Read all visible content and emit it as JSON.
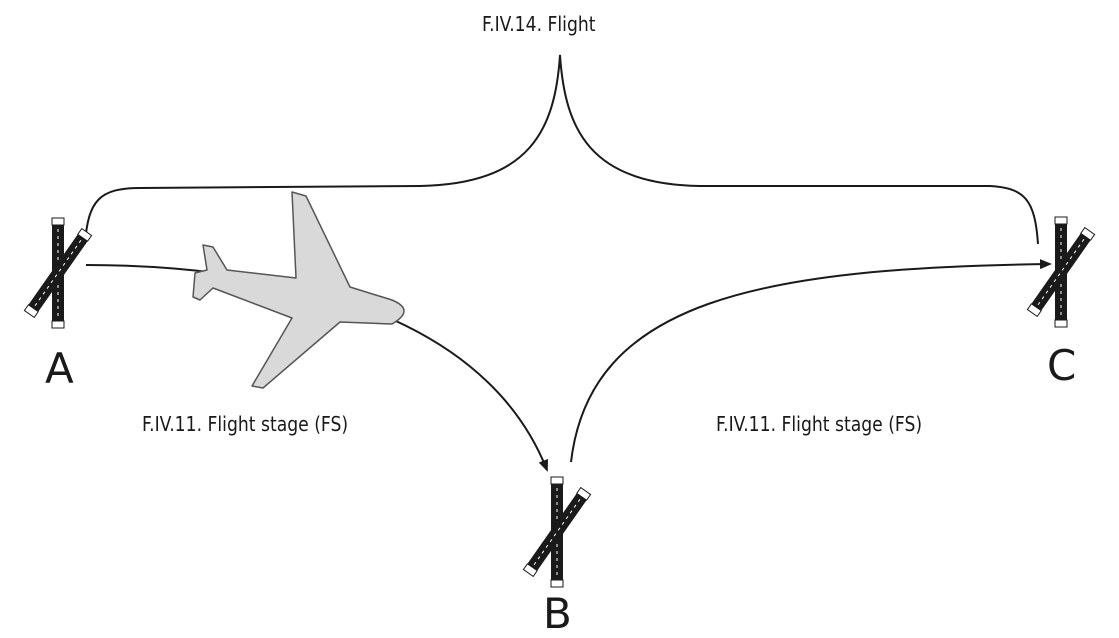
{
  "labels": {
    "flight": "F.IV.14. Flight",
    "stage_ab": "F.IV.11. Flight stage (FS)",
    "stage_bc": "F.IV.11. Flight stage (FS)"
  },
  "airports": {
    "a": "A",
    "b": "B",
    "c": "C"
  },
  "colors": {
    "line": "#1a1a1a",
    "runway": "#1a1a1a",
    "aircraft_fill": "#d9d9d9",
    "aircraft_stroke": "#555555"
  }
}
